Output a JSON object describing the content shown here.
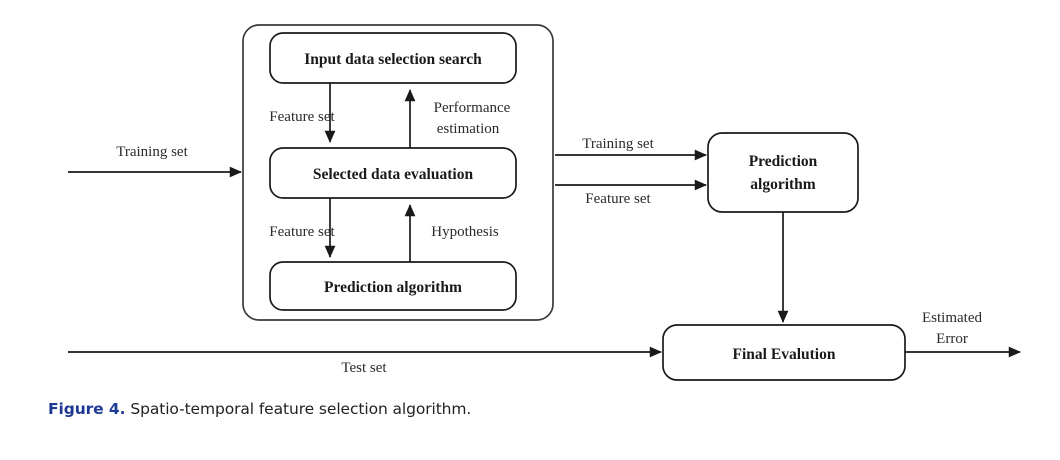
{
  "figure": {
    "caption_label": "Figure 4.",
    "caption_text": "Spatio-temporal feature selection algorithm.",
    "caption_label_color": "#1f3a93",
    "caption_text_color": "#231f20"
  },
  "diagram": {
    "type": "flowchart",
    "background": "#ffffff",
    "stroke_color": "#1a1a1a",
    "boxes": [
      {
        "id": "input-data-selection-search",
        "label": "Input data selection search"
      },
      {
        "id": "selected-data-evaluation",
        "label": "Selected data evaluation"
      },
      {
        "id": "prediction-algorithm-inner",
        "label": "Prediction algorithm"
      },
      {
        "id": "prediction-algorithm-right-line1",
        "label": "Prediction"
      },
      {
        "id": "prediction-algorithm-right-line2",
        "label": "algorithm"
      },
      {
        "id": "final-evaluation",
        "label": "Final Evalution"
      }
    ],
    "edge_labels": [
      {
        "id": "training-set-input",
        "label": "Training set"
      },
      {
        "id": "feature-set-top",
        "label": "Feature set"
      },
      {
        "id": "performance-estimation-line1",
        "label": "Performance"
      },
      {
        "id": "performance-estimation-line2",
        "label": "estimation"
      },
      {
        "id": "feature-set-bottom",
        "label": "Feature set"
      },
      {
        "id": "hypothesis",
        "label": "Hypothesis"
      },
      {
        "id": "training-set-right",
        "label": "Training set"
      },
      {
        "id": "feature-set-right",
        "label": "Feature set"
      },
      {
        "id": "test-set",
        "label": "Test set"
      },
      {
        "id": "estimated-error-line1",
        "label": "Estimated"
      },
      {
        "id": "estimated-error-line2",
        "label": "Error"
      }
    ]
  }
}
